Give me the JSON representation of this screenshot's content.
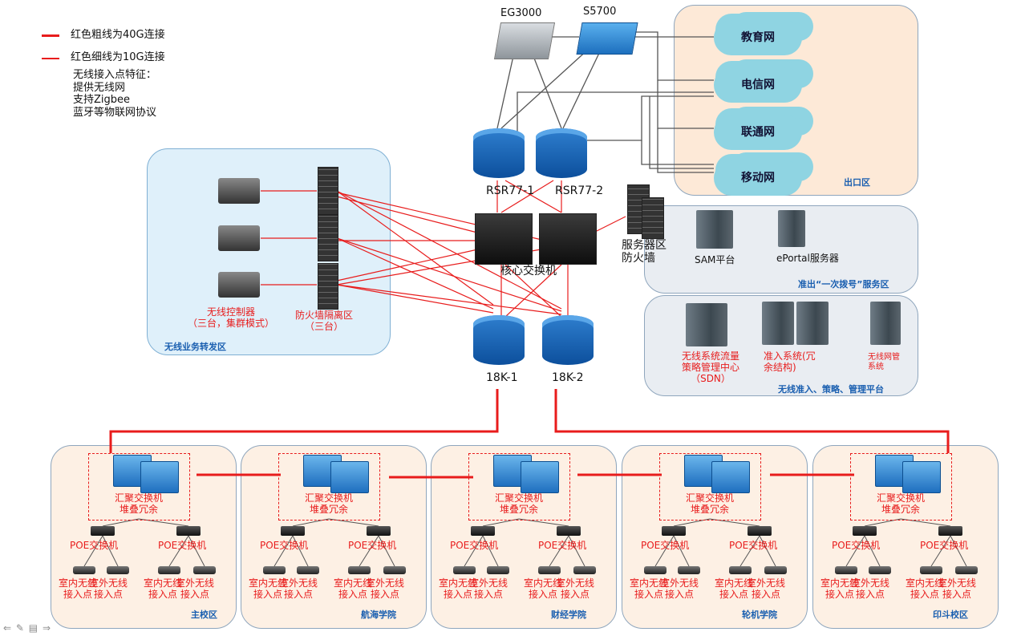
{
  "legend": {
    "thick_line": "红色粗线为40G连接",
    "thin_line": "红色细线为10G连接",
    "ap_features": [
      "无线接入点特征：",
      "提供无线网",
      "支持Zigbee",
      "蓝牙等物联网协议"
    ]
  },
  "colors": {
    "link_red": "#e81c1c",
    "zone_label_blue": "#1a5fb0",
    "cloud": "#8fd4e2",
    "zone_blue_bg": "#dff0fa",
    "zone_gray_bg": "#e9edf2",
    "zone_peach_bg": "#fdf0e4"
  },
  "top_devices": {
    "eg": "EG3000",
    "s5700": "S5700",
    "rsr1": "RSR77-1",
    "rsr2": "RSR77-2",
    "core": "核心交换机",
    "core18k1": "18K-1",
    "core18k2": "18K-2",
    "server_fw": [
      "服务器区",
      "防火墙"
    ]
  },
  "exit_zone": {
    "label": "出口区",
    "clouds": [
      "教育网",
      "电信网",
      "联通网",
      "移动网"
    ]
  },
  "auth_zone": {
    "label": "准出“一次拨号”服务区",
    "devices": [
      "SAM平台",
      "ePortal服务器"
    ]
  },
  "mgmt_zone": {
    "label": "无线准入、策略、管理平台",
    "devices": [
      [
        "无线系统流量",
        "策略管理中心",
        "（SDN）"
      ],
      [
        "准入系统(冗",
        "余结构)"
      ],
      [
        "无线网管",
        "系统"
      ]
    ]
  },
  "wireless_zone": {
    "label": "无线业务转发区",
    "controller_label": [
      "无线控制器",
      "（三台，集群模式）"
    ],
    "firewall_label": [
      "防火墙隔离区",
      "（三台）"
    ]
  },
  "campuses": [
    {
      "name": "主校区"
    },
    {
      "name": "航海学院"
    },
    {
      "name": "财经学院"
    },
    {
      "name": "轮机学院"
    },
    {
      "name": "印斗校区"
    }
  ],
  "campus_template": {
    "agg_label": [
      "汇聚交换机",
      "堆叠冗余"
    ],
    "poe_label": "POE交换机",
    "ap_indoor": [
      "室内无线",
      "接入点"
    ],
    "ap_outdoor": [
      "室外无线",
      "接入点"
    ]
  },
  "nav": {
    "prev": "⇐",
    "edit": "✎",
    "menu": "▤",
    "next": "⇒"
  }
}
